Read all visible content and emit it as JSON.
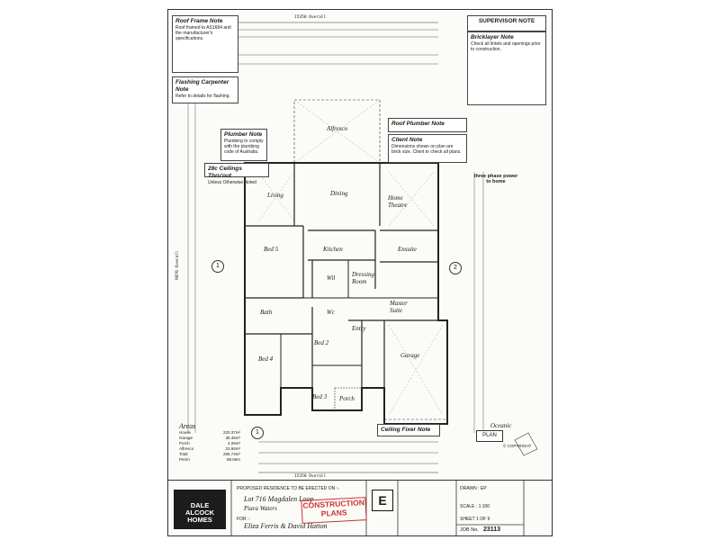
{
  "notes": {
    "roof_frame": {
      "title": "Roof Frame Note",
      "body": "Roof framed to AS1684 and the manufacturer's specifications."
    },
    "supervisor": {
      "title": "SUPERVISOR NOTE"
    },
    "bricklayer": {
      "title": "Bricklayer Note",
      "body": "Check all lintels and openings prior to construction."
    },
    "flashing": {
      "title": "Flashing Carpenter Note",
      "body": "Refer to details for flashing."
    },
    "plumber": {
      "title": "Plumber Note",
      "body": "Plumbing to comply with the plumbing code of Australia."
    },
    "ceilings": {
      "title": "28c Ceilings Thru'out",
      "body": "Unless Otherwise Noted"
    },
    "roof_plumber": {
      "title": "Roof Plumber Note"
    },
    "client": {
      "title": "Client Note",
      "body": "Dimensions shown on plan are brick size. Client to check all plans."
    },
    "power": {
      "title": "three phase power",
      "body": "to home"
    },
    "ceiling_fixer": {
      "title": "Ceiling Fixer Note"
    }
  },
  "rooms": {
    "alfresco": "Alfresco",
    "living": "Living",
    "dining": "Dining",
    "home_theatre": "Home Theatre",
    "bed5": "Bed 5",
    "kitchen": "Kitchen",
    "wil": "Wil",
    "dressing_room": "Dressing Room",
    "ensuite": "Ensuite",
    "master_suite": "Master Suite",
    "bed2": "Bed 2",
    "bed4": "Bed 4",
    "bed3": "Bed 3",
    "entry": "Entry",
    "porch": "Porch",
    "garage": "Garage",
    "bath": "Bath",
    "wc": "Wc"
  },
  "dims": {
    "overall_top": "15350 Overall",
    "overall_bottom": "15350 Overall",
    "side_left": "9870 Overall"
  },
  "grid": {
    "one_left": "1",
    "two_right": "2",
    "one_bottom": "1"
  },
  "areas": {
    "heading": "Areas",
    "rows": [
      {
        "label": "House",
        "value": "220.37m²"
      },
      {
        "label": "Garage",
        "value": "38.45m²"
      },
      {
        "label": "Porch",
        "value": "4.26m²"
      },
      {
        "label": "Alfresco",
        "value": "23.66m²"
      },
      {
        "label": "Total",
        "value": "286.74m²"
      },
      {
        "label": "Perim",
        "value": "88.56m"
      }
    ]
  },
  "title_block": {
    "company_line1": "DALE",
    "company_line2": "ALCOCK",
    "company_line3": "HOMES",
    "proposed": "PROPOSED RESIDENCE TO BE ERECTED ON :-",
    "lot": "Lot 716 Magdalen Loop",
    "suburb": "Piara Waters",
    "for_label": "FOR :-",
    "client": "Eliza Ferris & David Hatton",
    "stamp_line1": "CONSTRUCTION",
    "stamp_line2": "PLANS",
    "e_mark": "E",
    "sheet": "SHEET 1 OF 9",
    "job_label": "JOB No.",
    "job_no": "23113",
    "plan_button": "PLAN",
    "copyright": "© COPYRIGHT",
    "range": "Oceanic",
    "drawn": "DRAWN : EP",
    "scale": "SCALE : 1:100"
  },
  "colors": {
    "stamp": "#cc3333",
    "line": "#333333"
  }
}
